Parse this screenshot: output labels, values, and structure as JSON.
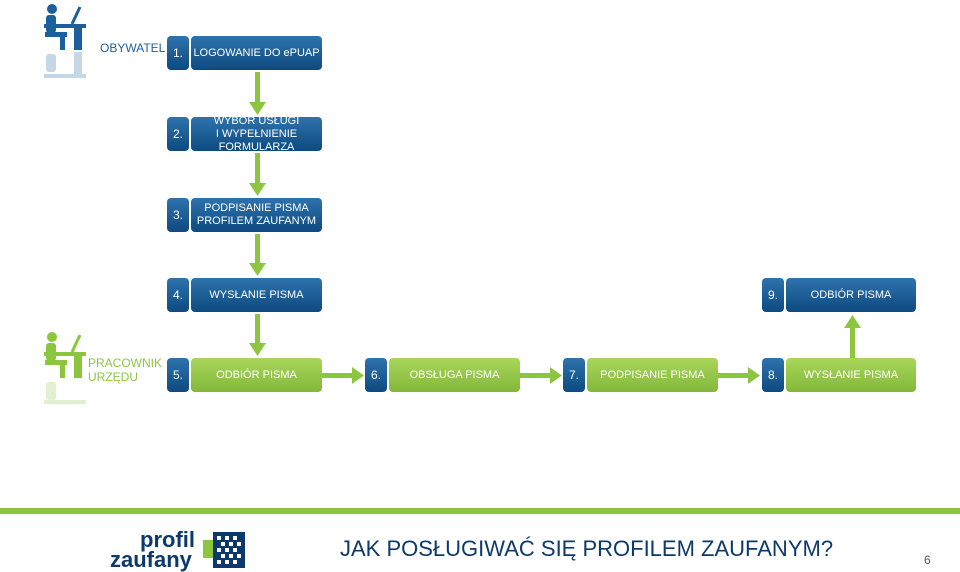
{
  "citizen_label": "OBYWATEL",
  "officer_label": [
    "PRACOWNIK",
    "URZĘDU"
  ],
  "steps": [
    {
      "num": "1.",
      "text": [
        "LOGOWANIE DO ePUAP"
      ]
    },
    {
      "num": "2.",
      "text": [
        "WYBÓR USŁUGI",
        "I WYPEŁNIENIE FORMULARZA"
      ]
    },
    {
      "num": "3.",
      "text": [
        "PODPISANIE PISMA",
        "PROFILEM ZAUFANYM"
      ]
    },
    {
      "num": "4.",
      "text": [
        "WYSŁANIE PISMA"
      ]
    },
    {
      "num": "5.",
      "text": [
        "ODBIÓR PISMA"
      ]
    },
    {
      "num": "6.",
      "text": [
        "OBSŁUGA PISMA"
      ]
    },
    {
      "num": "7.",
      "text": [
        "PODPISANIE PISMA"
      ]
    },
    {
      "num": "8.",
      "text": [
        "WYSŁANIE PISMA"
      ]
    },
    {
      "num": "9.",
      "text": [
        "ODBIÓR PISMA"
      ]
    }
  ],
  "footer": {
    "logo_line1": "profil",
    "logo_line2": "zaufany",
    "title": "JAK POSŁUGIWAĆ SIĘ PROFILEM ZAUFANYM?",
    "page_number": "6"
  },
  "colors": {
    "blue": "#1b5c96",
    "green": "#8cc63f",
    "dark_navy": "#0d3a6b"
  }
}
